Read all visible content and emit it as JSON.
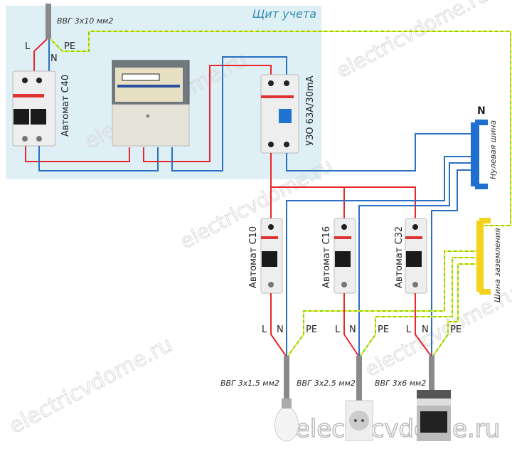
{
  "panel": {
    "title": "Щит учета",
    "color": "#dfeff6"
  },
  "input_cable": {
    "label": "ВВГ 3x10 мм2"
  },
  "wire_labels": {
    "L": "L",
    "N": "N",
    "PE": "PE"
  },
  "main_breaker": {
    "label": "Автомат С40"
  },
  "rcd": {
    "label": "УЗО 63А/30mA"
  },
  "neutral_bus": {
    "letter": "N",
    "label": "Нулевая шина",
    "color": "#1e6fd0"
  },
  "ground_bus": {
    "label": "Шина заземления",
    "color": "#f2d31a"
  },
  "circuits": [
    {
      "breaker": "Автомат С10",
      "cable": "ВВГ 3x1.5 мм2",
      "load": "lamp"
    },
    {
      "breaker": "Автомат С16",
      "cable": "ВВГ 3x2.5 мм2",
      "load": "socket"
    },
    {
      "breaker": "Автомат С32",
      "cable": "ВВГ 3x6 мм2",
      "load": "stove"
    }
  ],
  "colors": {
    "phase": "#e8262b",
    "neutral": "#2a6fc4",
    "pe": "#7ad320",
    "pe_dash": "#f5e81a",
    "cable": "#8a8a8a"
  },
  "watermark": "electricvdome.ru"
}
